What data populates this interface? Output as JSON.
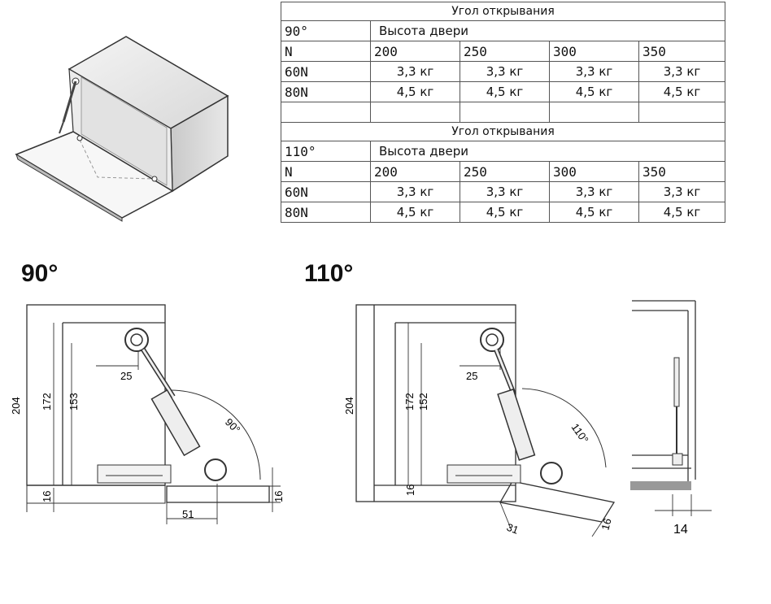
{
  "table": {
    "sections": [
      {
        "title": "Угол открывания",
        "angle": "90°",
        "door_height_label": "Высота двери",
        "force_header": "N",
        "heights": [
          "200",
          "250",
          "300",
          "350"
        ],
        "rows": [
          {
            "force": "60N",
            "weights": [
              "3,3 кг",
              "3,3 кг",
              "3,3 кг",
              "3,3 кг"
            ]
          },
          {
            "force": "80N",
            "weights": [
              "4,5 кг",
              "4,5 кг",
              "4,5 кг",
              "4,5 кг"
            ]
          }
        ]
      },
      {
        "title": "Угол открывания",
        "angle": "110°",
        "door_height_label": "Высота двери",
        "force_header": "N",
        "heights": [
          "200",
          "250",
          "300",
          "350"
        ],
        "rows": [
          {
            "force": "60N",
            "weights": [
              "3,3 кг",
              "3,3 кг",
              "3,3 кг",
              "3,3 кг"
            ]
          },
          {
            "force": "80N",
            "weights": [
              "4,5 кг",
              "4,5 кг",
              "4,5 кг",
              "4,5 кг"
            ]
          }
        ]
      }
    ]
  },
  "drawing_90": {
    "heading": "90°",
    "dims": {
      "total_height": "204",
      "inner_height": "172",
      "stay_height": "153",
      "offset": "25",
      "bottom": "16",
      "door_thickness": "16",
      "depth": "51"
    },
    "angle": "90°"
  },
  "drawing_110": {
    "heading": "110°",
    "dims": {
      "total_height": "204",
      "inner_height": "172",
      "stay_height": "152",
      "offset": "25",
      "bottom": "16",
      "door_thickness": "16",
      "depth": "31"
    },
    "angle": "110°"
  },
  "side_view": {
    "dims": {
      "width": "14"
    }
  }
}
